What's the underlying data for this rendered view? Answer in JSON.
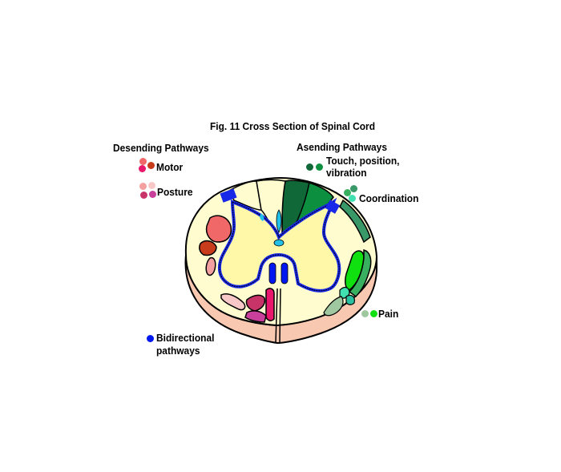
{
  "figure": {
    "title": "Fig. 11  Cross Section of Spinal Cord"
  },
  "legend": {
    "descending": {
      "heading": "Desending Pathways",
      "items": [
        {
          "label": "Motor",
          "colors": [
            "#f06868",
            "#c83c1c",
            "#e8186c"
          ]
        },
        {
          "label": "Posture",
          "colors": [
            "#f4a0a0",
            "#f8c8c8",
            "#c83468",
            "#c8409c"
          ]
        }
      ]
    },
    "ascending": {
      "heading": "Asending Pathways",
      "items": [
        {
          "label_line1": "Touch, position,",
          "label_line2": "vibration",
          "colors": [
            "#106838",
            "#0c9040"
          ]
        },
        {
          "label": "Coordination",
          "colors": [
            "#38b060",
            "#389868",
            "#40e0b0"
          ]
        },
        {
          "label": "Pain",
          "colors": [
            "#a0c8a0",
            "#10e010"
          ]
        }
      ]
    },
    "bidirectional": {
      "label_line1": "Bidirectional",
      "label_line2": "pathways",
      "color": "#0018f0"
    }
  },
  "colors": {
    "white_matter": "#fffcd0",
    "gray_matter": "#fff8a8",
    "meninges": "#f8c8b0",
    "outline": "#000000",
    "blue_band": "#1828e8"
  }
}
